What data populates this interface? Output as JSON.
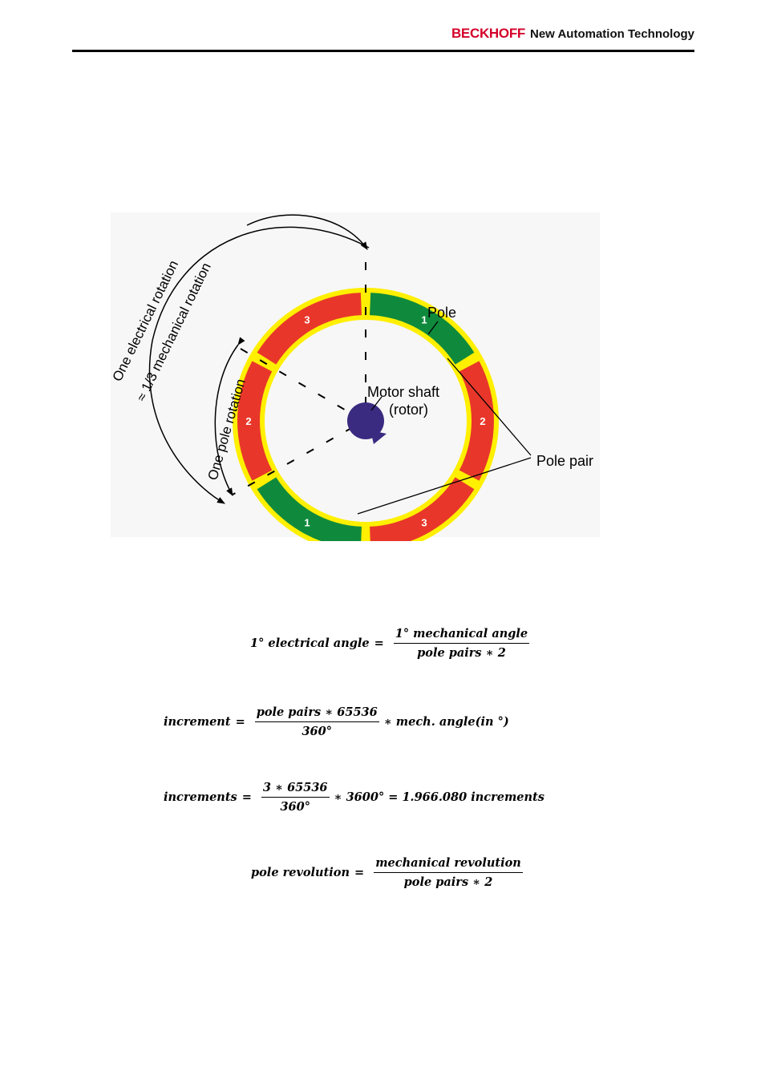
{
  "header": {
    "brand": "BECKHOFF",
    "tagline": "New Automation Technology"
  },
  "figure": {
    "label_electrical": "One electrical rotation",
    "label_mechanical": "≈ 1/3 mechanical rotation",
    "label_pole_rotation": "One pole rotation",
    "label_pole": "Pole",
    "label_motor_shaft": "Motor shaft",
    "label_rotor": "(rotor)",
    "label_pole_pair": "Pole pair",
    "segment_numbers": [
      "1",
      "2",
      "3",
      "1",
      "2",
      "3"
    ],
    "colors": {
      "red": "#e8372a",
      "green": "#0f8a3c",
      "yellow": "#ffef00",
      "rotor": "#3a2a80"
    }
  },
  "formulas": {
    "f1": {
      "lhs": "1° electrical angle",
      "eq": "=",
      "num": "1° mechanical angle",
      "den": "pole pairs ∗ 2"
    },
    "f2": {
      "lhs": "increment",
      "eq": "=",
      "num": "pole pairs ∗ 65536",
      "den": "360°",
      "rhs": "∗ mech. angle(in °)"
    },
    "f3": {
      "lhs": "increments",
      "eq": "=",
      "num": "3 ∗ 65536",
      "den": "360°",
      "rhs": "∗ 3600° = 1.966.080 increments"
    },
    "f4": {
      "lhs": "pole revolution",
      "eq": "=",
      "num": "mechanical revolution",
      "den": "pole pairs ∗ 2"
    }
  }
}
